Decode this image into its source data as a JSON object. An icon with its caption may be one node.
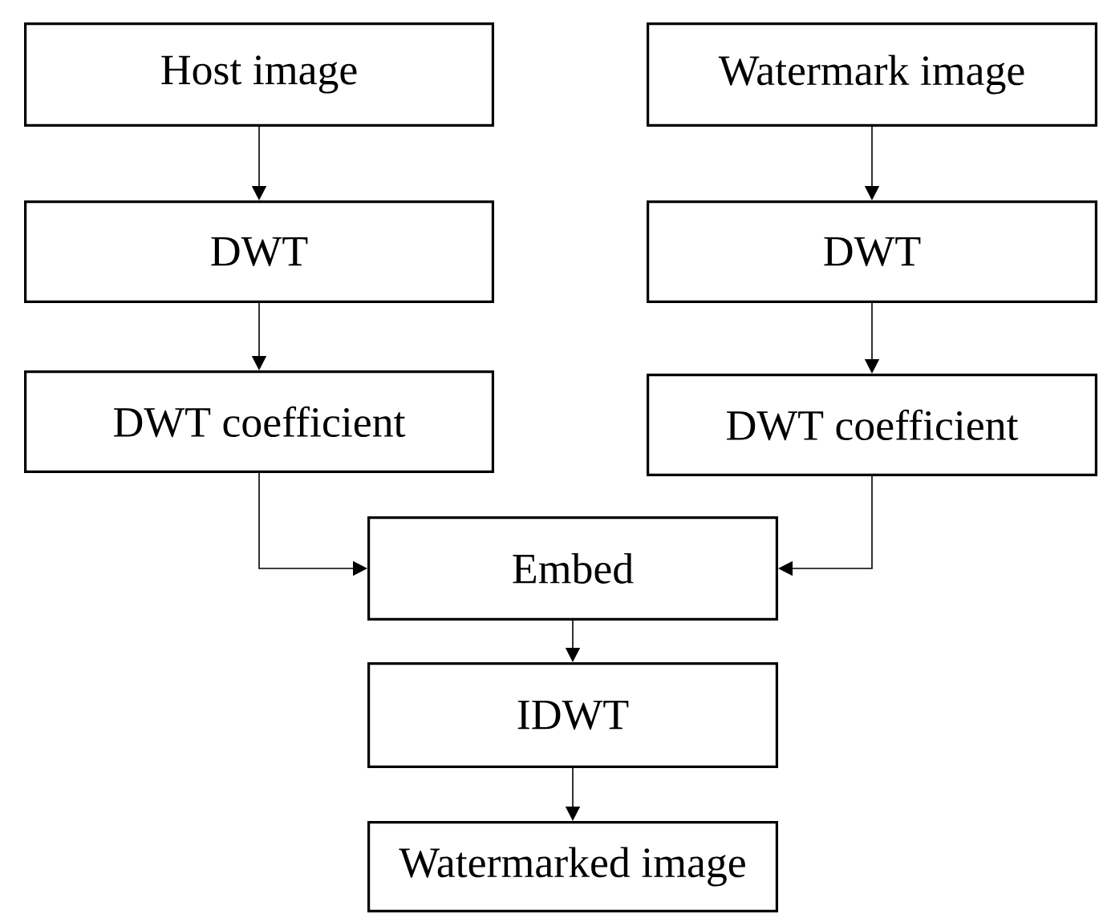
{
  "diagram": {
    "nodes": [
      {
        "text": [
          "Host image"
        ]
      },
      {
        "text": [
          "Watermark image"
        ]
      },
      {
        "text": [
          "DWT"
        ]
      },
      {
        "text": [
          "DWT"
        ]
      },
      {
        "text": [
          "DWT coefficient"
        ]
      },
      {
        "text": [
          "DWT coefficient"
        ]
      },
      {
        "text": [
          "Embed"
        ]
      },
      {
        "text": [
          "IDWT"
        ]
      },
      {
        "text": [
          "Watermarked image"
        ]
      }
    ],
    "edges": [
      {
        "from": 0,
        "to": 2,
        "arrow": "to"
      },
      {
        "from": 1,
        "to": 3,
        "arrow": "to"
      },
      {
        "from": 2,
        "to": 4,
        "arrow": "to"
      },
      {
        "from": 3,
        "to": 5,
        "arrow": "to"
      },
      {
        "from": 4,
        "to": 6,
        "arrow": "to"
      },
      {
        "from": 5,
        "to": 6,
        "arrow": "to"
      },
      {
        "from": 6,
        "to": 7,
        "arrow": "to"
      },
      {
        "from": 7,
        "to": 8,
        "arrow": "to"
      }
    ]
  }
}
